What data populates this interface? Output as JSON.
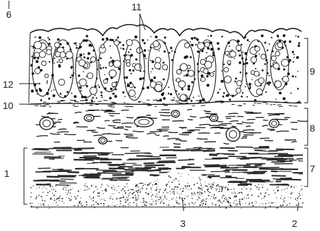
{
  "diagram": {
    "labels": {
      "l1": "1",
      "l2": "2",
      "l3": "3",
      "l6": "6",
      "l7": "7",
      "l8": "8",
      "l9": "9",
      "l10": "10",
      "l11": "11",
      "l12": "12"
    },
    "colors": {
      "ink": "#1a1a1a",
      "background": "#ffffff",
      "muscle_bands": "#2b2b2b"
    }
  }
}
